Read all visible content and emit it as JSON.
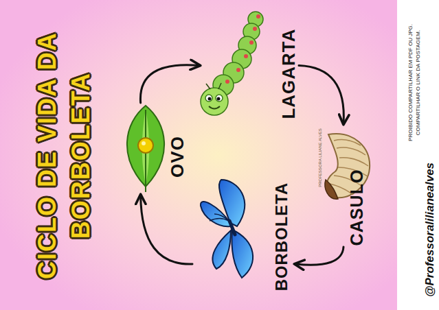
{
  "diagram": {
    "title": "CICLO DE VIDA DA BORBOLETA",
    "nodes": [
      {
        "text": [
          "OVO"
        ]
      },
      {
        "text": [
          "LAGARTA"
        ]
      },
      {
        "text": [
          "CASULO"
        ]
      },
      {
        "text": [
          "BORBOLETA"
        ]
      }
    ],
    "edges": [
      {
        "from": 0,
        "to": 1,
        "arrow": "to"
      },
      {
        "from": 1,
        "to": 2,
        "arrow": "to"
      },
      {
        "from": 2,
        "to": 3,
        "arrow": "to"
      },
      {
        "from": 3,
        "to": 0,
        "arrow": "to"
      }
    ],
    "labels": [
      "PROIBIDO COMPARTILHAR EM PDF OU JPG.",
      "COMPARTILHAR O LINK DA POSTAGEM.",
      "@Professoralilianealves",
      "PROFESSORA LILIANE ALVES"
    ]
  }
}
